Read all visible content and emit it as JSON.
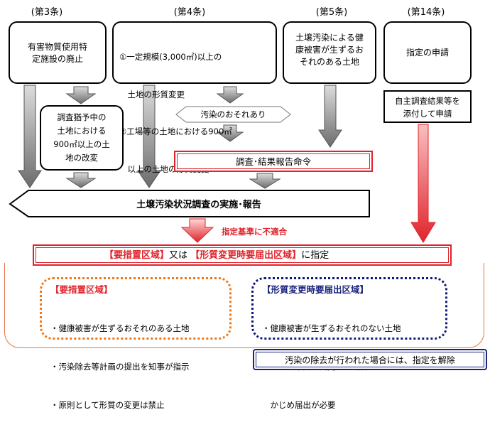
{
  "headers": [
    "(第3条)",
    "(第4条)",
    "(第5条)",
    "(第14条)"
  ],
  "art3_box": [
    "有害物質使用特",
    "定施設の廃止"
  ],
  "art4_box": [
    "①一定規模(3,000㎡)以上の",
    "　土地の形質変更",
    "②工場等の土地における900㎡",
    "　以上の土地の形質変更"
  ],
  "art5_box": [
    "土壌汚染による健",
    "康被害が生ずるお",
    "それのある土地"
  ],
  "art14_box": "指定の申請",
  "suspended_box": [
    "調査猶予中の",
    "土地における",
    "900㎡以上の土",
    "地の改変"
  ],
  "self_survey_box": [
    "自主調査結果等を",
    "添付して申請"
  ],
  "contamination_risk": "汚染のおそれあり",
  "order": "調査･結果報告命令",
  "implementation": "土壌汚染状況調査の実施･報告",
  "nonconform": "指定基準に不適合",
  "designation": {
    "zone1": "【要措置区域】",
    "middle": "又は",
    "zone2": "【形質変更時要届出区域】",
    "tail": "に指定"
  },
  "measure_zone": {
    "title": "【要措置区域】",
    "items": [
      "・健康被害が生ずるおそれのある土地",
      "・汚染除去等計画の提出を知事が指示",
      "・原則として形質の変更は禁止"
    ]
  },
  "notice_zone": {
    "title": "【形質変更時要届出区域】",
    "items": [
      "・健康被害が生ずるおそれのない土地",
      "・土地の形質を変更する場合にはあら",
      "　かじめ届出が必要"
    ]
  },
  "release": "汚染の除去が行われた場合には、指定を解除",
  "colors": {
    "red": "#e0232b",
    "orange": "#f07818",
    "navy": "#101a7a",
    "gray_arrow": "#9a9a9a"
  }
}
